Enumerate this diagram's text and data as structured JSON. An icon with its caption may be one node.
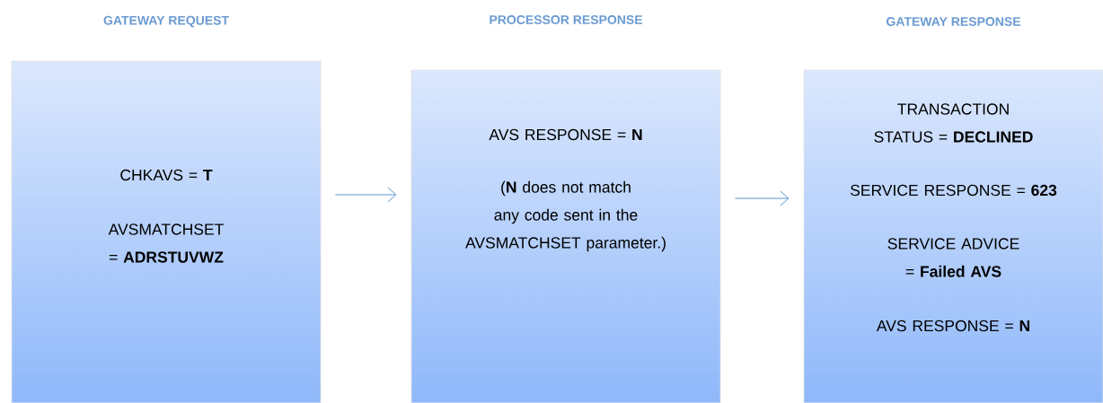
{
  "diagram": {
    "nodes": [
      {
        "text": [
          "GATEWAY REQUEST",
          "CHKAVS = **T**",
          "AVSMATCHSET = **ADRSTUVWZ**"
        ]
      },
      {
        "text": [
          "PROCESSOR RESPONSE",
          "AVS RESPONSE = **N**",
          "(**N** does not match any code sent in the AVSMATCHSET parameter.)"
        ]
      },
      {
        "text": [
          "GATEWAY RESPONSE",
          "TRANSACTION STATUS = **DECLINED**",
          "SERVICE RESPONSE = **623**",
          "SERVICE ADVICE = **Failed AVS**",
          "AVS RESPONSE = **N**"
        ]
      }
    ],
    "edges": [
      {
        "from": 0,
        "to": 1,
        "arrow": "to"
      },
      {
        "from": 1,
        "to": 2,
        "arrow": "to"
      }
    ]
  }
}
